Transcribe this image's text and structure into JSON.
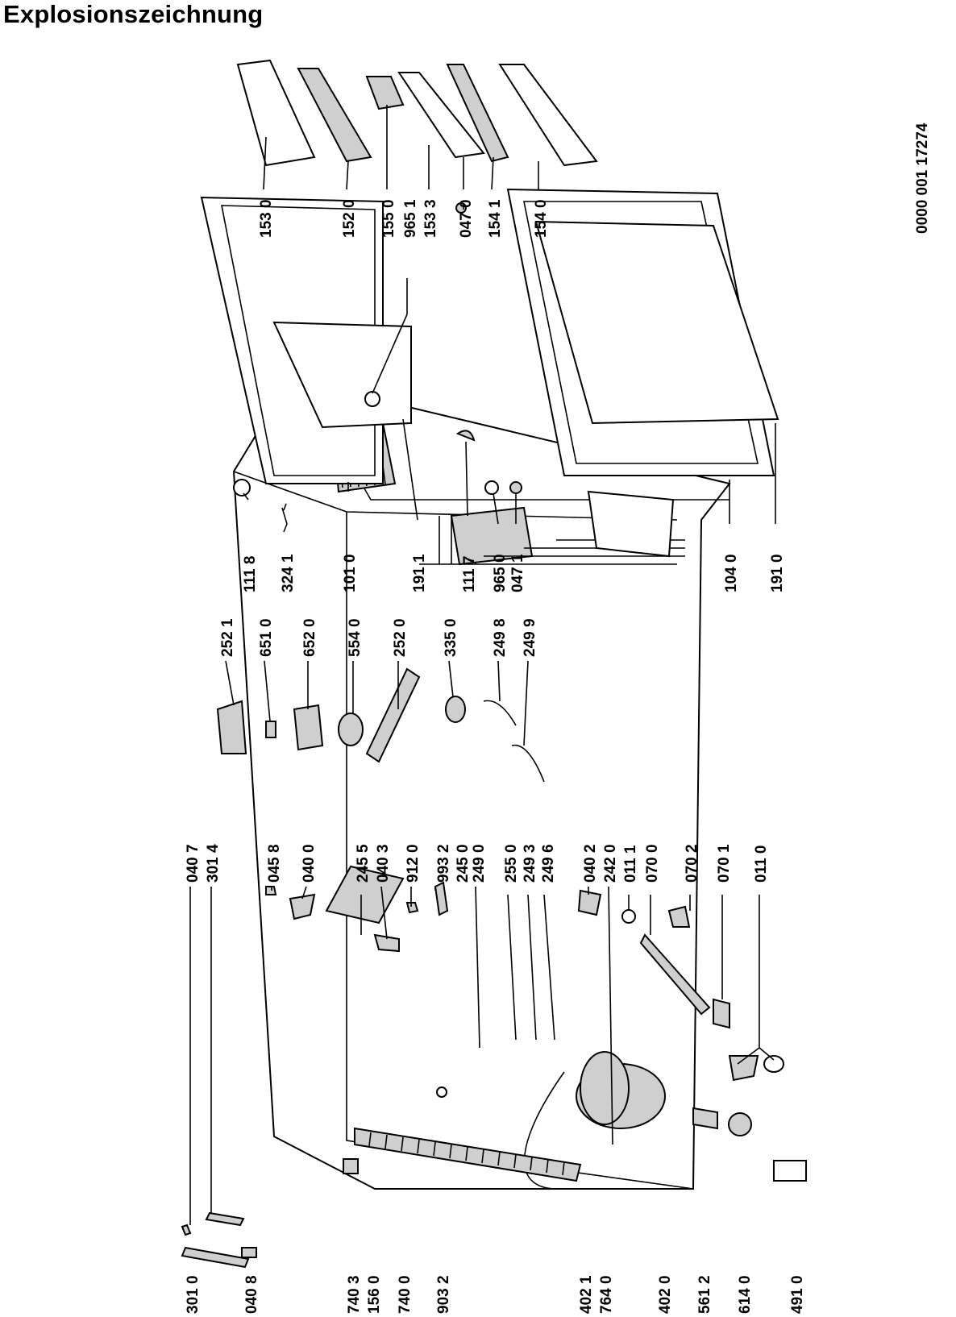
{
  "title": "Explosionszeichnung",
  "document_number": "0000 001 17274",
  "labels": {
    "rows_bottom": [
      [
        "301 0",
        "040 8",
        "740 3",
        "156 0",
        "740 0",
        "903 2",
        "402 1",
        "764 0",
        "402 0",
        "561 2",
        "614 0",
        "491 0"
      ]
    ],
    "group_left_top": [
      "040 7",
      "301 4",
      "045 8",
      "040 0",
      "245 5",
      "040 3",
      "912 0",
      "993 2",
      "245 0",
      "249 0",
      "255 0",
      "249 3",
      "249 6",
      "040 2",
      "242 0",
      "011 1",
      "070 0",
      "070 2",
      "070 1",
      "011 0"
    ],
    "group_mid": [
      "252 1",
      "651 0",
      "652 0",
      "554 0",
      "252 0",
      "335 0",
      "249 8",
      "249 9"
    ],
    "group_door_upper": [
      "111 8",
      "324 1",
      "101 0",
      "191 1",
      "111 7",
      "965 0",
      "047 1",
      "104 0",
      "191 0"
    ],
    "group_door_shelves": [
      "153 0",
      "152 0",
      "155 0",
      "965 1",
      "153 3",
      "047 0",
      "154 1",
      "154 0"
    ]
  }
}
